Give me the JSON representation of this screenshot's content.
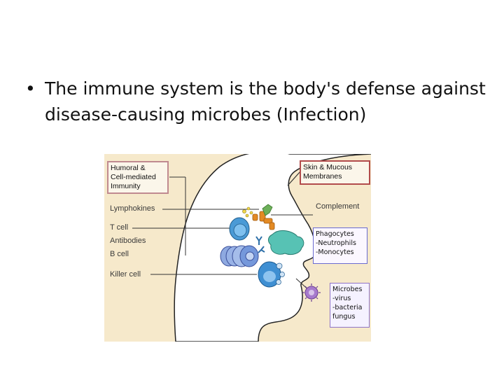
{
  "bullet": {
    "text": "The immune system is the body's defense against disease-causing microbes (Infection)"
  },
  "figure": {
    "humoral_box": "Humoral &\nCell-mediated\nImmunity",
    "skin_box": "Skin & Mucous\nMembranes",
    "phagocytes_box": "Phagocytes\n-Neutrophils\n-Monocytes",
    "microbes_box": "Microbes\n-virus\n-bacteria\nfungus",
    "labels": {
      "lymphokines": "Lymphokines",
      "t_cell": "T cell",
      "antibodies": "Antibodies",
      "b_cell": "B cell",
      "killer_cell": "Killer cell",
      "complement": "Complement"
    },
    "colors": {
      "background": "#f6e9cb",
      "head_fill": "#ffffff",
      "t_cell": "#4a9ad6",
      "b_cell": "#6d8fd0",
      "phagocyte": "#57c2b4",
      "complement": "#e38a24",
      "microbe": "#a77acd"
    }
  }
}
